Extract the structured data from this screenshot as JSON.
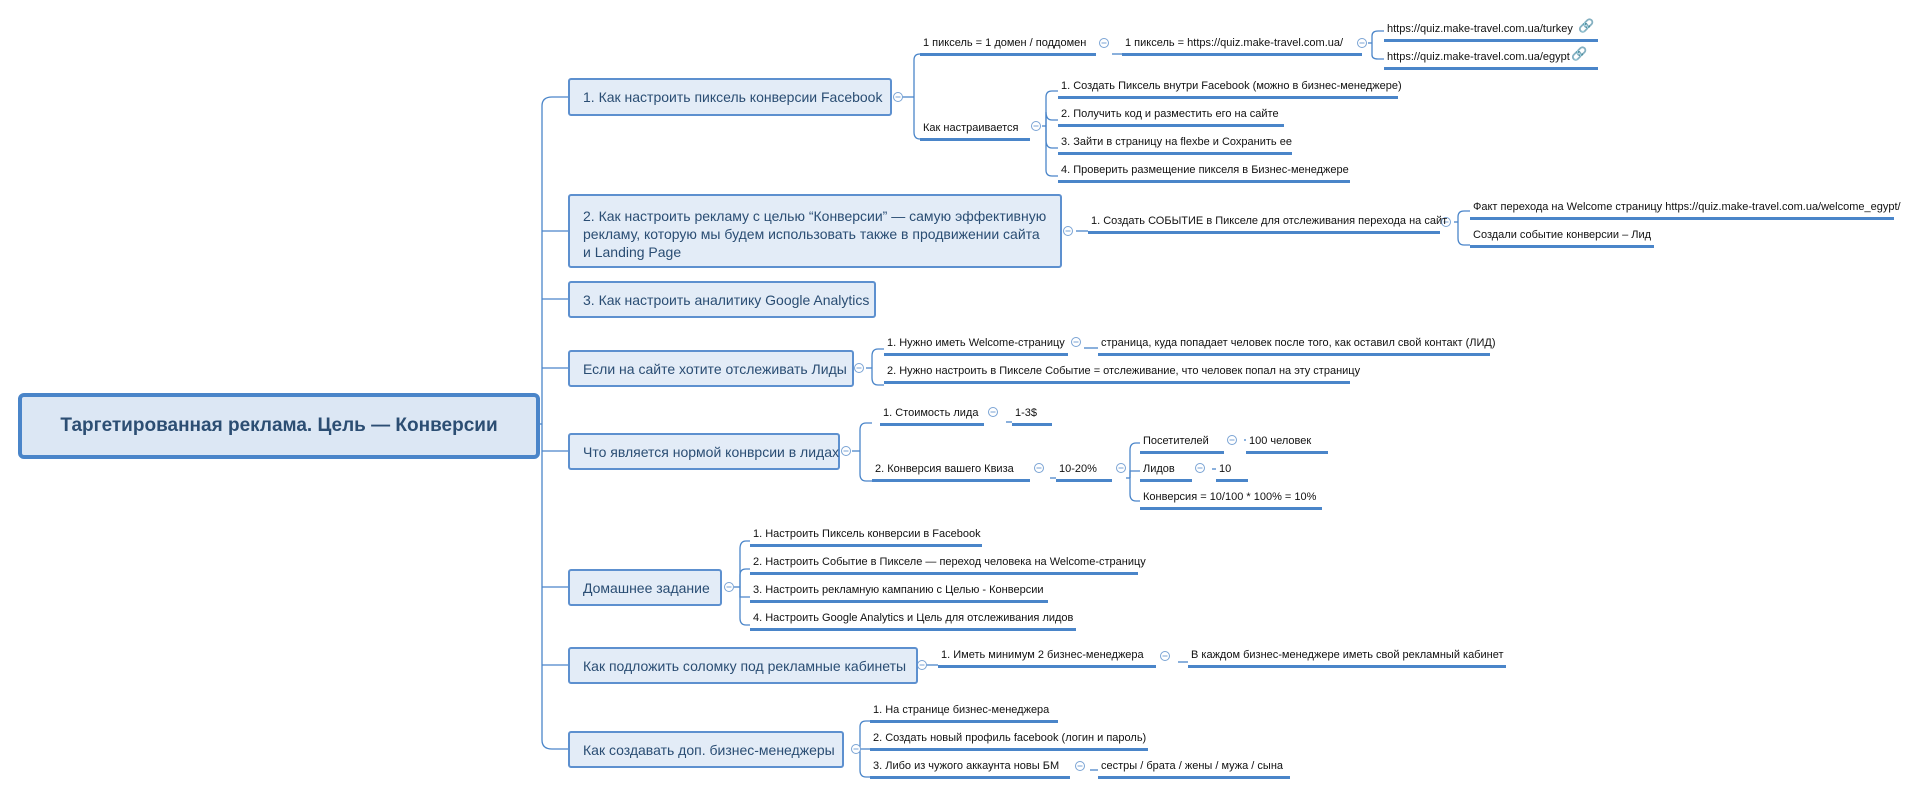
{
  "root": "Таргетированная реклама. Цель — Конверсии",
  "topics": [
    "1. Как настроить пиксель конверсии Facebook",
    "2. Как настроить рекламу с целью “Конверсии” — самую эффективную рекламу, которую мы будем использовать также в продвижении сайта и Landing Page",
    "3. Как настроить аналитику Google Analytics",
    "Если на сайте хотите отслеживать Лиды",
    "Что является нормой конврсии в лидах",
    "Домашнее задание",
    "Как подложить соломку под рекламные кабинеты",
    "Как создавать доп. бизнес-менеджеры"
  ],
  "t1": {
    "pixel_rule": "1 пиксель = 1 домен / поддомен",
    "pixel_url": "1 пиксель = https://quiz.make-travel.com.ua/",
    "url_turkey": "https://quiz.make-travel.com.ua/turkey",
    "url_egypt": "https://quiz.make-travel.com.ua/egypt",
    "how_setup": "Как настраивается",
    "steps": [
      "1. Создать Пиксель внутри Facebook (можно в бизнес-менеджере)",
      "2. Получить код и разместить его на сайте",
      "3. Зайти в страницу на flexbe и Сохранить ее",
      "4. Проверить размещение пикселя в Бизнес-менеджере"
    ]
  },
  "t2": {
    "event": "1. Создать СОБЫТИЕ в Пикселе для отслеживания перехода на сайт",
    "fact": "Факт перехода на Welcome страницу https://quiz.make-travel.com.ua/welcome_egypt/",
    "created": "Создали событие конверсии – Лид"
  },
  "t4": {
    "welcome": "1. Нужно иметь Welcome-страницу",
    "welcome_desc": "страница, куда попадает человек после того, как оставил свой контакт (ЛИД)",
    "setup_event": "2. Нужно настроить  в Пикселе Событие = отслеживание, что человек попал на эту страницу"
  },
  "t5": {
    "lead_cost": "1. Стоимость лида",
    "lead_cost_val": "1-3$",
    "quiz_conv": "2. Конверсия вашего Квиза",
    "quiz_conv_val": "10-20%",
    "visitors": "Посетителей",
    "visitors_val": "100 человек",
    "leads": "Лидов",
    "leads_val": "10",
    "formula": "Конверсия = 10/100 * 100% = 10%"
  },
  "t6": {
    "items": [
      "1. Настроить Пиксель конверсии в Facebook",
      "2. Настроить Событие в Пикселе — переход человека на Welcome-страницу",
      "3. Настроить рекламную кампанию с Целью - Конверсии",
      "4. Настроить Google Analytics и Цель для отслеживания лидов"
    ]
  },
  "t7": {
    "min_bm": "1. Иметь минимум 2 бизнес-менеджера",
    "each_bm": "В каждом бизнес-менеджере иметь свой рекламный кабинет"
  },
  "t8": {
    "items": [
      "1. На странице бизнес-менеджера",
      "2. Создать новый профиль facebook (логин и пароль)",
      "3. Либо из чужого аккаунта новы БМ"
    ],
    "relatives": "сестры / брата / жены / мужа / сына"
  },
  "icons": {
    "link": "link-icon",
    "collapse": "collapse-icon"
  },
  "colors": {
    "accent": "#4a85c9",
    "topic_fill": "#e3ecf7",
    "root_fill": "#dce7f4",
    "topic_text": "#2a4d73"
  }
}
